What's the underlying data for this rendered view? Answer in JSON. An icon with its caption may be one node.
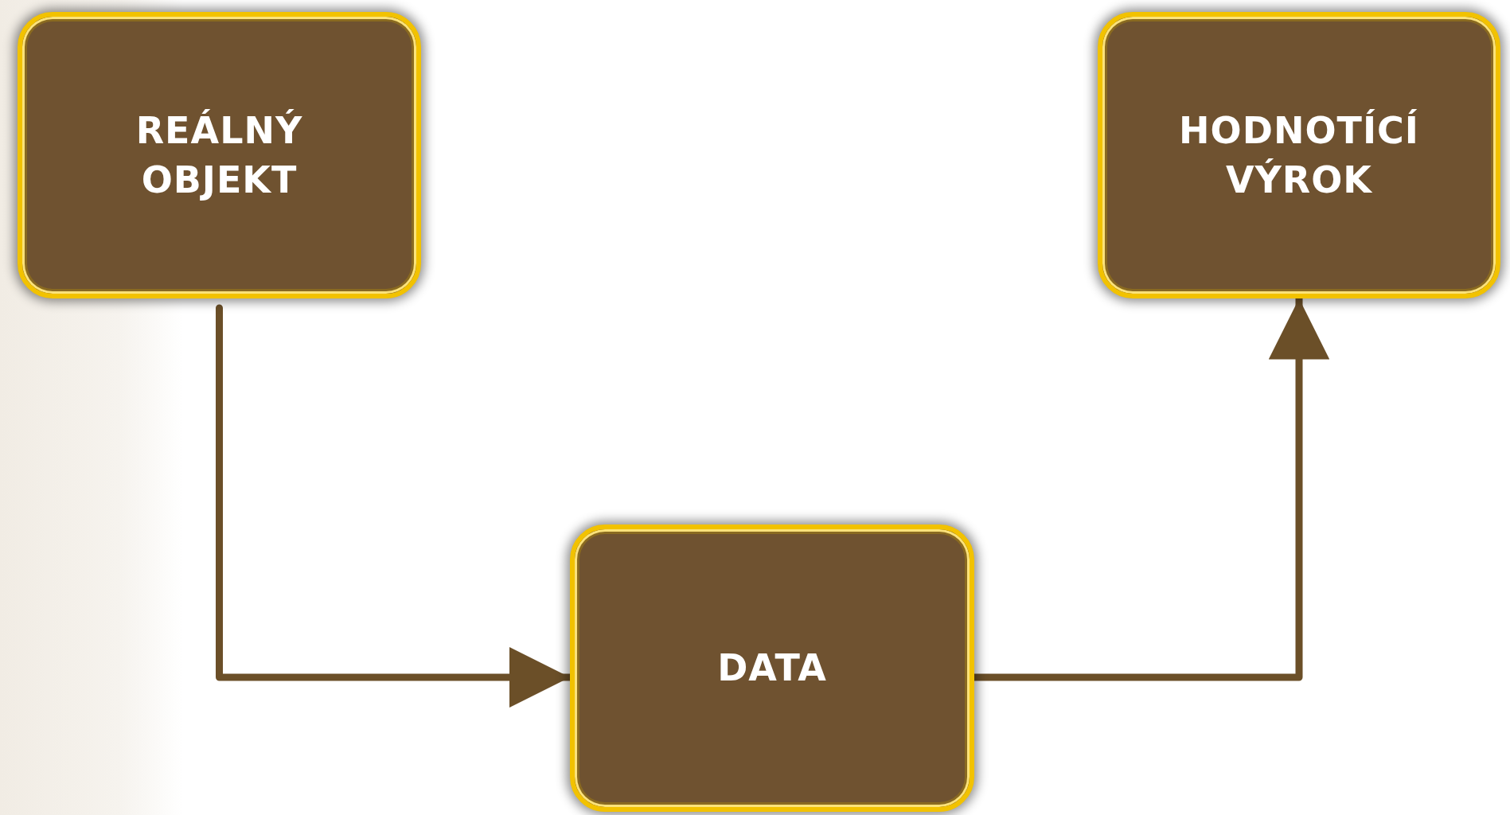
{
  "diagram": {
    "nodes": [
      {
        "text": [
          "REÁLNÝ OBJEKT"
        ]
      },
      {
        "text": [
          "HODNOTÍCÍ VÝROK"
        ]
      },
      {
        "text": [
          "DATA"
        ]
      }
    ],
    "edges": [
      {
        "from": 0,
        "to": 2,
        "arrow": "to"
      },
      {
        "from": 2,
        "to": 1,
        "arrow": "to"
      }
    ]
  }
}
